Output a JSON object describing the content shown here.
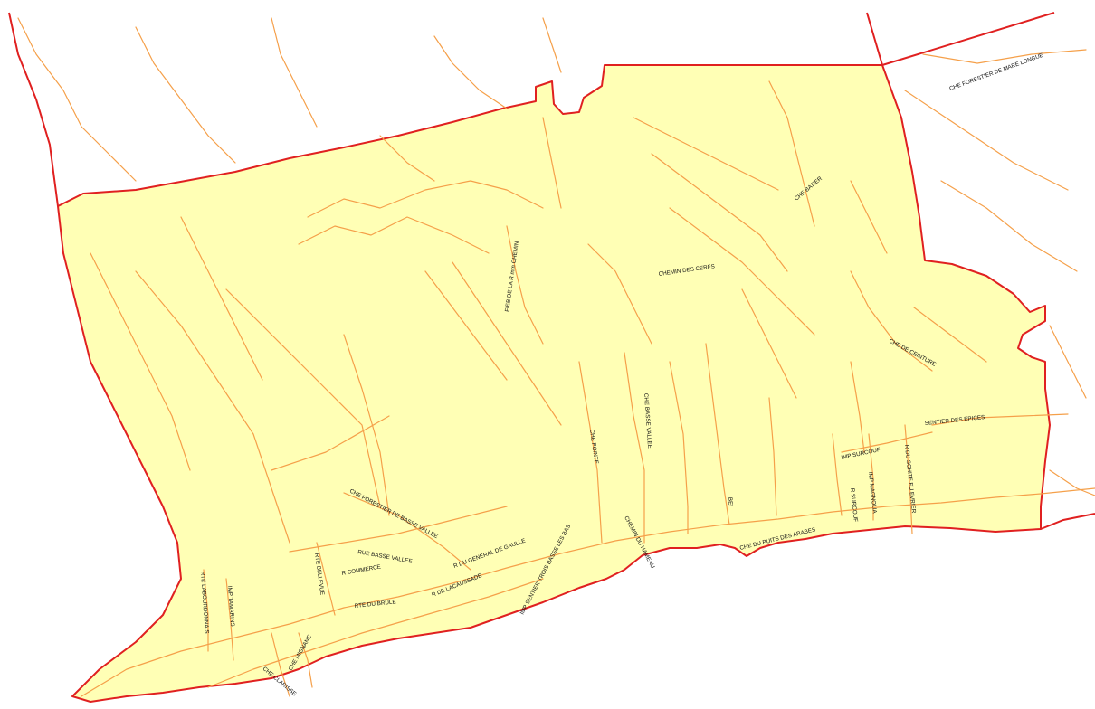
{
  "colors": {
    "commune_fill": "#ffffa8",
    "commune_border": "#e02020",
    "road": "#f5a04a",
    "label": "#111111",
    "background": "#ffffff"
  },
  "labels": {
    "che_forestier_mare_longue": "CHE FORESTIER DE MARE LONGUE",
    "che_batier": "CHE BATIER",
    "che_fiebre_la_r": "FIEB DE LA R mm CHEMIN",
    "chemin_des_cerfs": "CHEMIN DES CERFS",
    "che_de_ceinture": "CHE DE CEINTURE",
    "sentier_des_epices": "SENTIER DES EPICES",
    "che_basse_vallee_v": "CHE BASSE VALLEE",
    "che_pointe": "CHE POINTE",
    "imp_surcouf": "IMP SURCOUF",
    "r_du_sgh": "R DU SCHITE EU EVRIER",
    "imp_magnolia": "IMP MAGNOLIA",
    "r_surcouf": "R SURCOUF",
    "bei": "BEI",
    "che_forestier_basse_vallee": "CHE FORESTIER DE BASSE VALLEE",
    "che_du_puits_arabes": "CHE DU PUITS DES ARABES",
    "chemin_du_hameau": "CHEMIN DU HAMEAU",
    "rue_basse_vallee": "RUE BASSE VALLEE",
    "r_du_general": "R DU GENERAL DE GAULLE",
    "imp_sentier_trous": "IMP SENTIER TROIS BASSE LES BAS",
    "r_commerce": "R COMMERCE",
    "rte_bellevue": "RTE BELLEVUE",
    "r_lacaussade": "R DE LACAUSSADE",
    "rte_du_brule": "RTE DU BRULE",
    "rte_labourdonnais": "RTE LABOURDONNAIS",
    "imp_tamarins": "IMP TAMARINS",
    "che_clarisse": "CHE CLARISSE",
    "che_mignane": "CHE MIGNANE"
  }
}
